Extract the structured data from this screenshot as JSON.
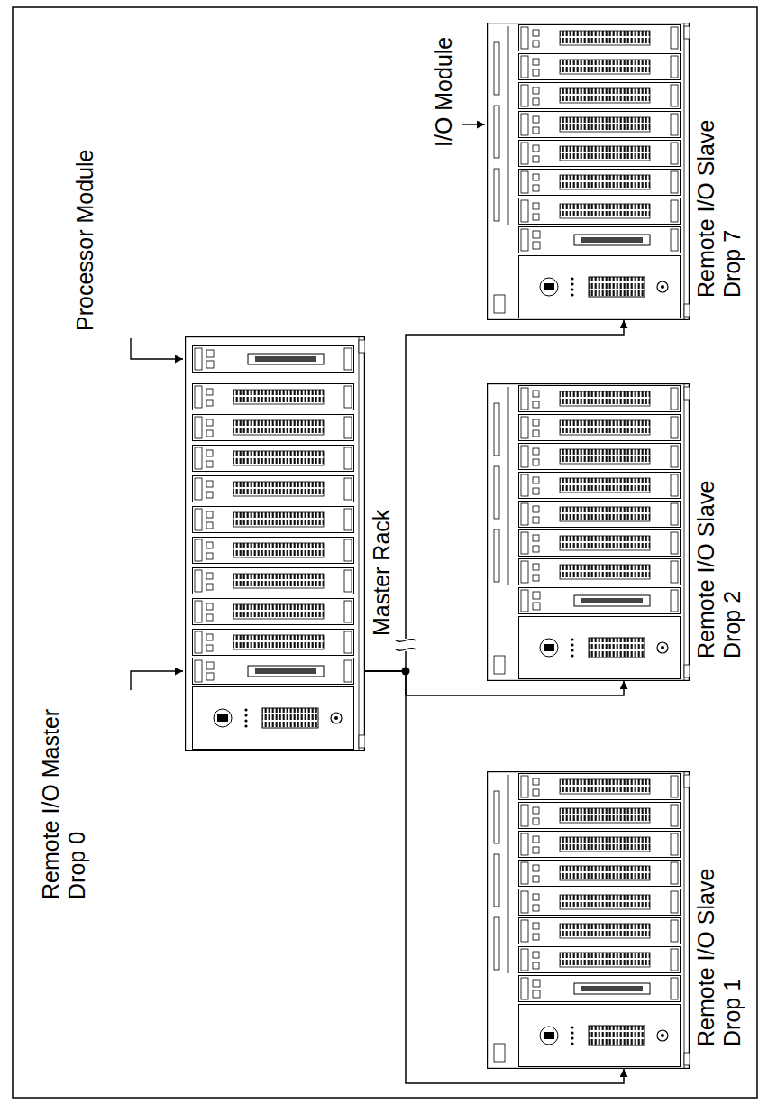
{
  "diagram": {
    "nodes": [
      {
        "text": [
          "Master Rack"
        ]
      },
      {
        "text": [
          "Remote I/O Slave Drop 1"
        ]
      },
      {
        "text": [
          "Remote I/O Slave Drop 2"
        ]
      },
      {
        "text": [
          "Remote I/O Slave Drop 7"
        ]
      }
    ],
    "edges": [
      {
        "from": 0,
        "to": 1,
        "arrow": "to"
      },
      {
        "from": 0,
        "to": 2,
        "arrow": "to"
      },
      {
        "from": 0,
        "to": 3,
        "arrow": "to"
      }
    ],
    "labels": [
      "Processor Module",
      "Remote I/O Master Drop 0",
      "I/O Module"
    ]
  }
}
